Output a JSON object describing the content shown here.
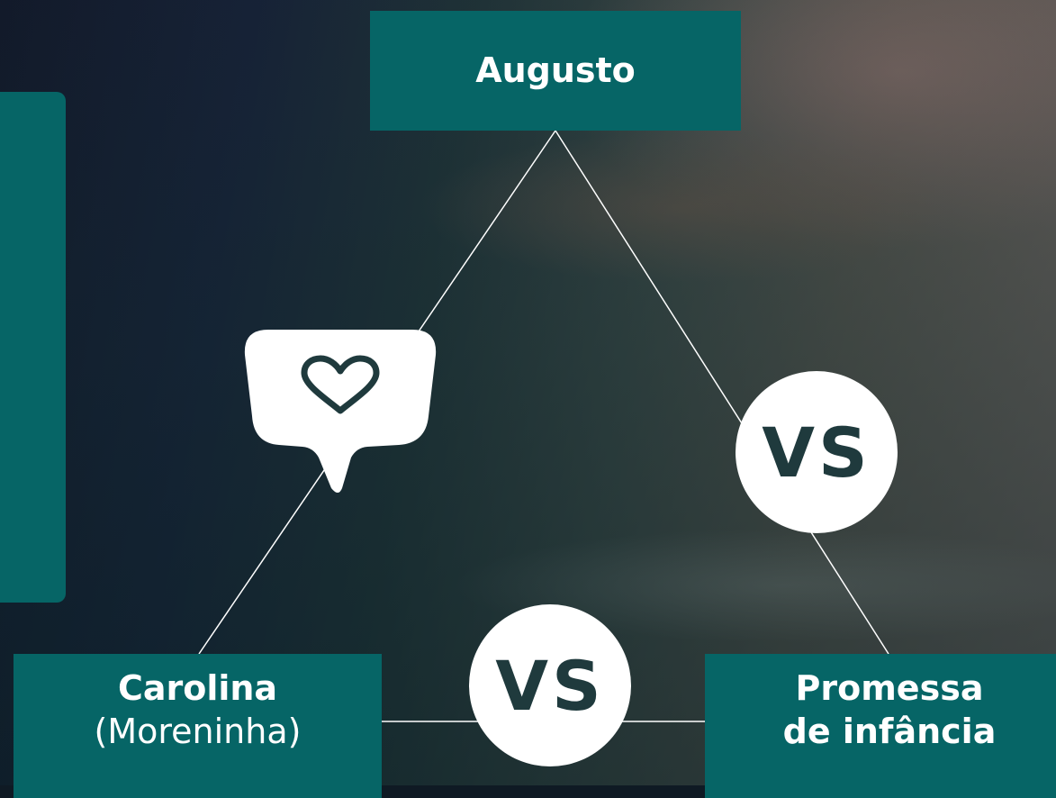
{
  "nodes": {
    "top": {
      "label": "Augusto"
    },
    "bottom_left": {
      "label": "Carolina",
      "sublabel": "(Moreninha)"
    },
    "bottom_right": {
      "line1": "Promessa",
      "line2": "de infância"
    }
  },
  "connectors": {
    "right_edge": {
      "badge": "VS"
    },
    "bottom_edge": {
      "badge": "VS"
    },
    "left_edge": {
      "icon": "heart-speech-bubble-icon"
    }
  },
  "colors": {
    "box": "#066566",
    "badge_bg": "#ffffff",
    "badge_text": "#1f3a3d",
    "line": "#ffffff"
  }
}
